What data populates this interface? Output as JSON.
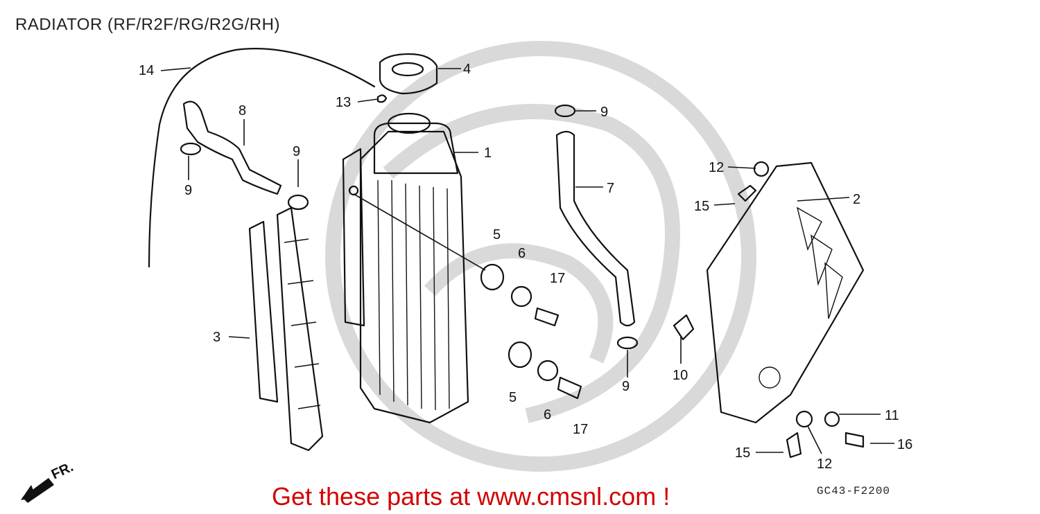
{
  "header": {
    "title": "RADIATOR (RF/R2F/RG/R2G/RH)"
  },
  "footer": {
    "link_text": "Get these parts at www.cmsnl.com !",
    "diagram_code": "GC43-F2200"
  },
  "direction_marker": {
    "label": "FR.",
    "icon": "forward-arrow-icon"
  },
  "callouts": {
    "c1": "1",
    "c2": "2",
    "c3": "3",
    "c4": "4",
    "c5a": "5",
    "c5b": "5",
    "c6a": "6",
    "c6b": "6",
    "c7": "7",
    "c8": "8",
    "c9a": "9",
    "c9b": "9",
    "c9c": "9",
    "c9d": "9",
    "c10": "10",
    "c11": "11",
    "c12a": "12",
    "c12b": "12",
    "c13": "13",
    "c14": "14",
    "c15a": "15",
    "c15b": "15",
    "c16": "16",
    "c17a": "17",
    "c17b": "17"
  },
  "colors": {
    "link": "#d40000",
    "line": "#111111",
    "watermark": "#d9d9d9"
  }
}
